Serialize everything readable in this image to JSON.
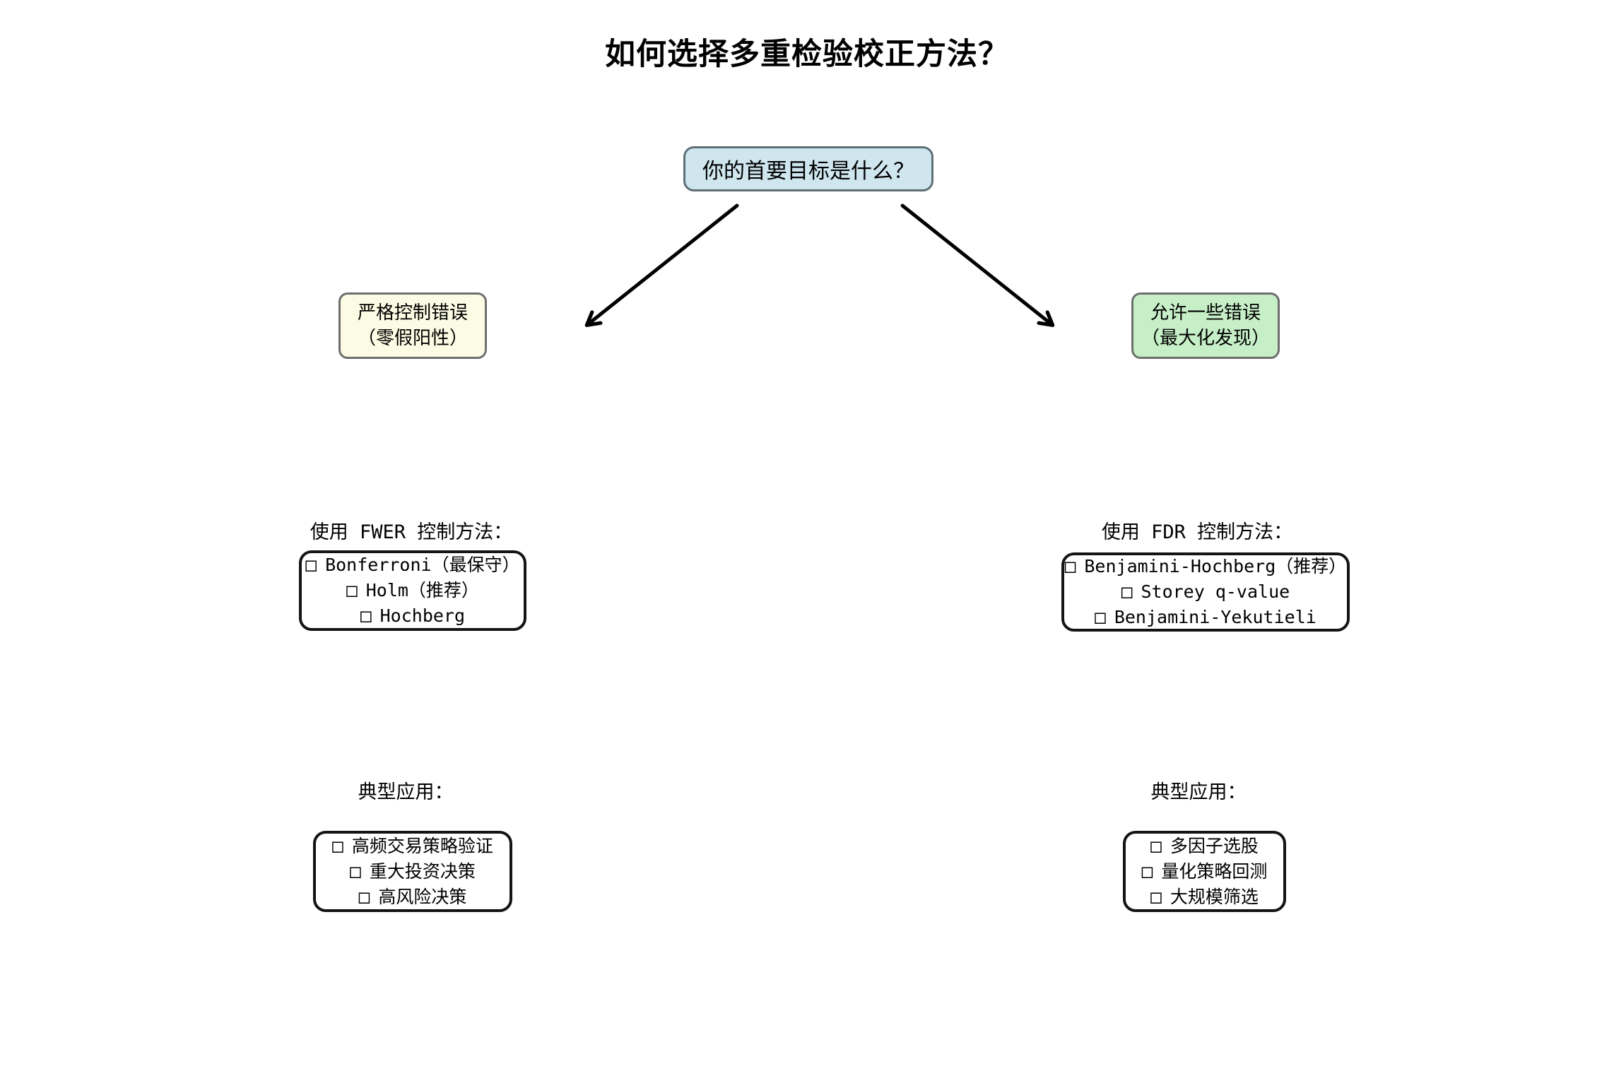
{
  "title": "如何选择多重检验校正方法？",
  "icons": {
    "checkbox": "□"
  },
  "colors": {
    "root_fill": "#cfe6ef",
    "strict_goal_fill": "#fcfce4",
    "permissive_goal_fill": "#c7efc7",
    "arrow": "#000000",
    "node_border": "#5f6f76",
    "box_border": "#141414"
  },
  "root_question": "你的首要目标是什么？",
  "left_branch": {
    "goal_line1": "严格控制错误",
    "goal_line2": "（零假阳性）",
    "methods_label": "使用 FWER 控制方法：",
    "methods": [
      "Bonferroni（最保守）",
      "Holm（推荐）",
      "Hochberg"
    ],
    "apps_label": "典型应用：",
    "apps": [
      "高频交易策略验证",
      "重大投资决策",
      "高风险决策"
    ]
  },
  "right_branch": {
    "goal_line1": "允许一些错误",
    "goal_line2": "（最大化发现）",
    "methods_label": "使用 FDR 控制方法：",
    "methods": [
      "Benjamini-Hochberg（推荐）",
      "Storey q-value",
      "Benjamini-Yekutieli"
    ],
    "apps_label": "典型应用：",
    "apps": [
      "多因子选股",
      "量化策略回测",
      "大规模筛选"
    ]
  }
}
